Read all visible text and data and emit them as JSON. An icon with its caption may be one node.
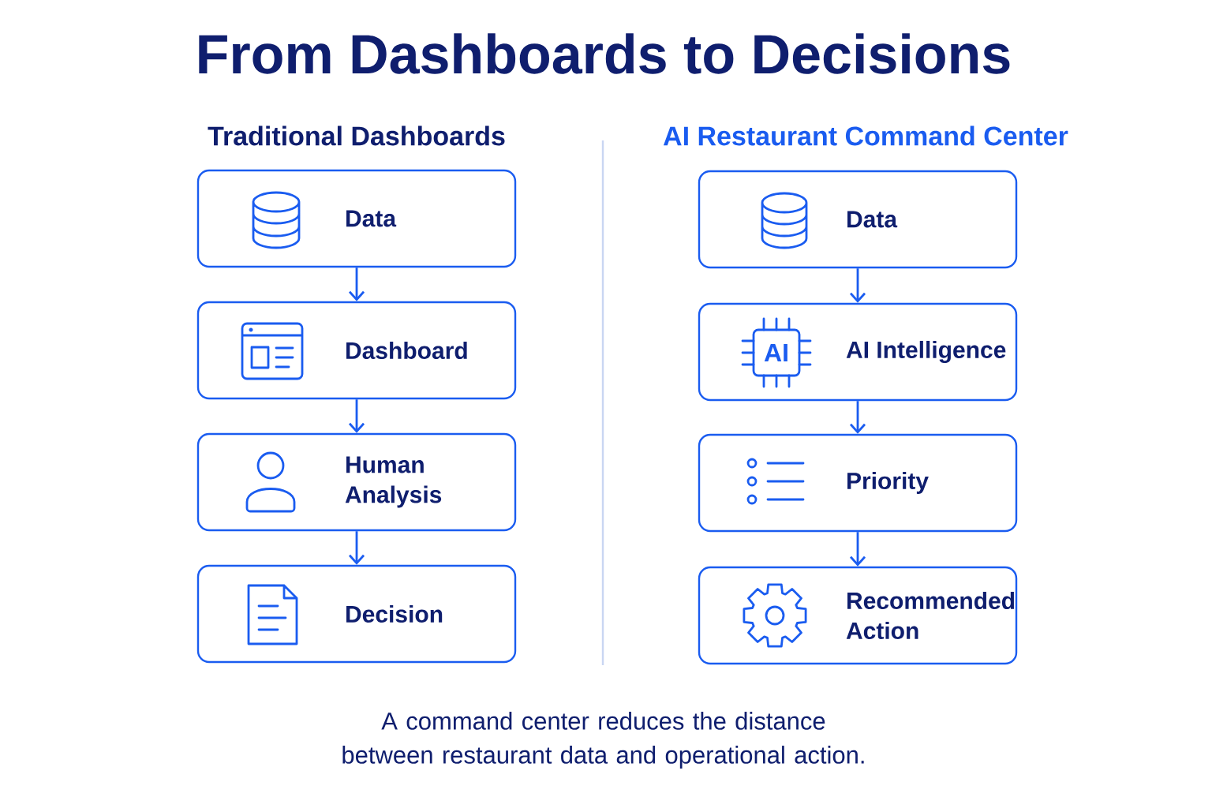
{
  "diagram": {
    "title": "From Dashboards to Decisions",
    "caption": "A command center reduces the distance between restaurant data and operational action.",
    "nodes": [
      {
        "text": [
          "Data"
        ]
      },
      {
        "text": [
          "Dashboard"
        ]
      },
      {
        "text": [
          "Human Analysis"
        ]
      },
      {
        "text": [
          "Decision"
        ]
      },
      {
        "text": [
          "Data"
        ]
      },
      {
        "text": [
          "AI Intelligence"
        ]
      },
      {
        "text": [
          "Priority"
        ]
      },
      {
        "text": [
          "Recommended Action"
        ]
      }
    ],
    "edges": [
      {
        "from": 0,
        "to": 1,
        "arrow": "to"
      },
      {
        "from": 1,
        "to": 2,
        "arrow": "to"
      },
      {
        "from": 2,
        "to": 3,
        "arrow": "to"
      },
      {
        "from": 4,
        "to": 5,
        "arrow": "to"
      },
      {
        "from": 5,
        "to": 6,
        "arrow": "to"
      },
      {
        "from": 6,
        "to": 7,
        "arrow": "to"
      }
    ],
    "labels": [
      "Traditional Dashboards",
      "AI Restaurant Command Center",
      "AI"
    ]
  }
}
